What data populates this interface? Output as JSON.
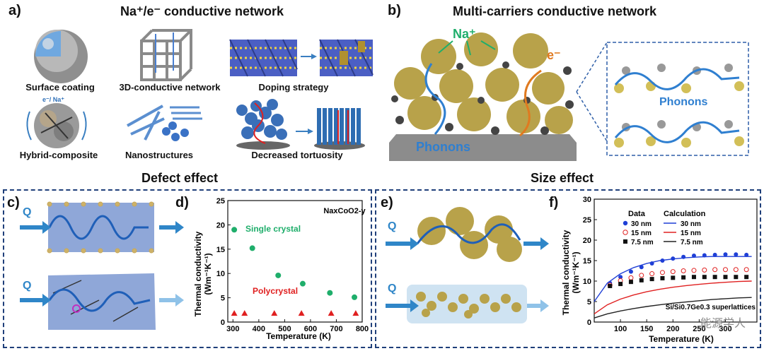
{
  "panel_a": {
    "letter": "a)",
    "title": "Na⁺/e⁻ conductive network",
    "items": [
      "Surface coating",
      "3D-conductive network",
      "Doping strategy",
      "Hybrid-composite",
      "Nanostructures",
      "Decreased tortuosity"
    ],
    "hybrid_label": "e⁻/ Na⁺"
  },
  "panel_b": {
    "letter": "b)",
    "title": "Multi-carriers conductive network",
    "na_label": "Na⁺",
    "e_label": "e⁻",
    "phonons_left": "Phonons",
    "phonons_right": "Phonons"
  },
  "section_titles": {
    "defect": "Defect effect",
    "size": "Size effect"
  },
  "panel_c": {
    "letter": "c)",
    "q_top": "Q",
    "q_bottom": "Q"
  },
  "panel_e": {
    "letter": "e)",
    "q_top": "Q",
    "q_bottom": "Q"
  },
  "watermark": "能源学人",
  "colors": {
    "frame": "#1f3f7a",
    "arrow_blue": "#2f86c8",
    "green": "#1fae6b",
    "red": "#e02020",
    "gold": "#c9b25a"
  },
  "chart_data": [
    {
      "panel": "d)",
      "type": "scatter",
      "formula": "NaxCoO2-y",
      "xlabel": "Temperature (K)",
      "ylabel": "Thermal conductivity (Wm⁻¹K⁻¹)",
      "ylabel_line1": "Thermal conductivity",
      "ylabel_line2": "(Wm⁻¹K⁻¹)",
      "xlim": [
        280,
        800
      ],
      "ylim": [
        0,
        25
      ],
      "xticks": [
        300,
        400,
        500,
        600,
        700,
        800
      ],
      "yticks": [
        0,
        5,
        10,
        15,
        20,
        25
      ],
      "series": [
        {
          "name": "Single crystal",
          "marker": "circle",
          "color": "#1fae6b",
          "x": [
            305,
            375,
            475,
            570,
            675,
            770
          ],
          "y": [
            19,
            15.2,
            9.6,
            7.9,
            6.0,
            5.1
          ]
        },
        {
          "name": "Polycrystal",
          "marker": "triangle",
          "color": "#e02020",
          "x": [
            305,
            345,
            460,
            565,
            680,
            775
          ],
          "y": [
            1.8,
            1.8,
            1.8,
            1.8,
            1.8,
            1.8
          ]
        }
      ]
    },
    {
      "panel": "f)",
      "type": "line",
      "xlabel": "Temperature (K)",
      "ylabel": "Thermal conductivity (Wm⁻¹K⁻¹)",
      "ylabel_line1": "Thermal conductivity",
      "ylabel_line2": "(Wm⁻¹K⁻¹)",
      "xlim": [
        50,
        360
      ],
      "ylim": [
        0,
        30
      ],
      "xticks": [
        100,
        150,
        200,
        250,
        300
      ],
      "yticks": [
        0,
        5,
        10,
        15,
        20,
        25,
        30
      ],
      "legend_headers": [
        "Data",
        "Calculation"
      ],
      "annotation": "Si/Si0.7Ge0.3 superlattices",
      "series_data": [
        {
          "name": "30 nm",
          "marker": "filled-circle",
          "color": "#1f3fd6",
          "x": [
            80,
            100,
            120,
            140,
            160,
            180,
            200,
            220,
            240,
            260,
            280,
            300,
            320,
            340
          ],
          "y": [
            9.5,
            11.0,
            12.3,
            13.4,
            14.3,
            15.0,
            15.5,
            15.9,
            16.2,
            16.3,
            16.4,
            16.5,
            16.5,
            16.4
          ]
        },
        {
          "name": "15 nm",
          "marker": "open-circle",
          "color": "#e02020",
          "x": [
            80,
            100,
            120,
            140,
            160,
            180,
            200,
            220,
            240,
            260,
            280,
            300,
            320,
            340
          ],
          "y": [
            9.0,
            10.1,
            10.8,
            11.4,
            11.8,
            12.1,
            12.3,
            12.5,
            12.6,
            12.7,
            12.8,
            12.8,
            12.8,
            12.8
          ]
        },
        {
          "name": "7.5 nm",
          "marker": "filled-square",
          "color": "#111111",
          "x": [
            80,
            100,
            120,
            140,
            160,
            180,
            200,
            220,
            240,
            260,
            280,
            300,
            320,
            340
          ],
          "y": [
            8.8,
            9.3,
            9.8,
            10.2,
            10.5,
            10.7,
            10.8,
            10.9,
            11.0,
            11.0,
            11.0,
            11.0,
            11.0,
            11.0
          ]
        }
      ],
      "series_calc": [
        {
          "name": "30 nm",
          "color": "#1f3fd6",
          "x": [
            50,
            75,
            100,
            125,
            150,
            175,
            200,
            225,
            250,
            275,
            300,
            325,
            350
          ],
          "y": [
            5.0,
            9.5,
            11.8,
            13.3,
            14.3,
            15.0,
            15.4,
            15.7,
            15.9,
            16.0,
            16.0,
            16.0,
            16.0
          ]
        },
        {
          "name": "15 nm",
          "color": "#e02020",
          "x": [
            50,
            75,
            100,
            125,
            150,
            175,
            200,
            225,
            250,
            275,
            300,
            325,
            350
          ],
          "y": [
            2.0,
            4.2,
            5.6,
            6.6,
            7.4,
            8.0,
            8.5,
            8.9,
            9.2,
            9.5,
            9.7,
            9.9,
            10.0
          ]
        },
        {
          "name": "7.5 nm",
          "color": "#222222",
          "x": [
            50,
            75,
            100,
            125,
            150,
            175,
            200,
            225,
            250,
            275,
            300,
            325,
            350
          ],
          "y": [
            1.0,
            2.0,
            2.7,
            3.3,
            3.8,
            4.2,
            4.6,
            4.9,
            5.2,
            5.5,
            5.7,
            5.9,
            6.0
          ]
        }
      ]
    }
  ]
}
